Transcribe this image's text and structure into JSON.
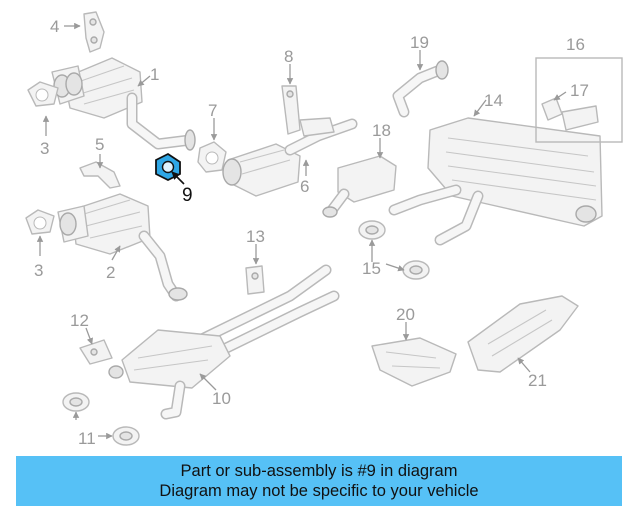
{
  "diagram": {
    "callouts": [
      "1",
      "2",
      "3",
      "3",
      "4",
      "5",
      "6",
      "7",
      "8",
      "9",
      "10",
      "11",
      "12",
      "13",
      "14",
      "15",
      "16",
      "17",
      "18",
      "19",
      "20",
      "21"
    ],
    "highlighted_part": "9",
    "highlight_color": "#2fa7e6"
  },
  "banner": {
    "line1": "Part or sub-assembly is #9 in diagram",
    "line2": "Diagram may not be specific to your vehicle",
    "background": "#56c1f6"
  }
}
